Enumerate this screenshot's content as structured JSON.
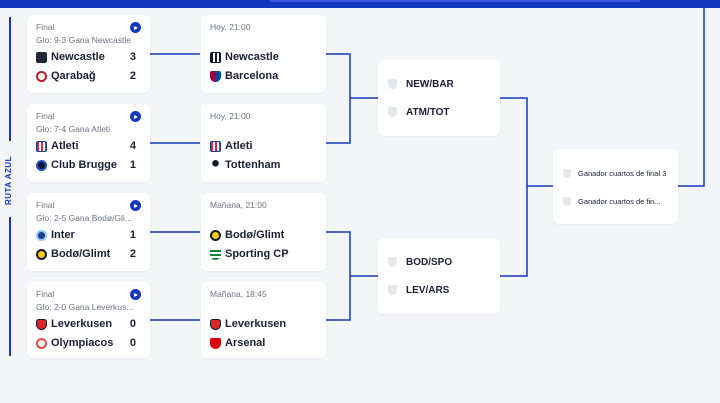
{
  "route_label": "RUTA AZUL",
  "round_of_16": [
    {
      "status": "Final",
      "note": "Glo: 9-3 Gana Newcastle",
      "teams": [
        {
          "name": "Newcastle",
          "score": "3",
          "crest": "newcastle-crest",
          "color": "#1f2937"
        },
        {
          "name": "Qarabağ",
          "score": "2",
          "crest": "qarabag-crest",
          "color": "#b91c1c"
        }
      ]
    },
    {
      "status": "Final",
      "note": "Glo: 7-4 Gana Atleti",
      "teams": [
        {
          "name": "Atleti",
          "score": "4",
          "crest": "atleti-crest",
          "color": "#d62839"
        },
        {
          "name": "Club Brugge",
          "score": "1",
          "crest": "club-brugge-crest",
          "color": "#1d4ed8"
        }
      ]
    },
    {
      "status": "Final",
      "note": "Glo: 2-5 Gana Bodø/Gli...",
      "teams": [
        {
          "name": "Inter",
          "score": "1",
          "crest": "inter-crest",
          "color": "#1e3a8a"
        },
        {
          "name": "Bodø/Glimt",
          "score": "2",
          "crest": "bodo-glimt-crest",
          "color": "#facc15"
        }
      ]
    },
    {
      "status": "Final",
      "note": "Glo: 2-0 Gana Leverkus...",
      "teams": [
        {
          "name": "Leverkusen",
          "score": "0",
          "crest": "leverkusen-crest",
          "color": "#dc2626"
        },
        {
          "name": "Olympiacos",
          "score": "0",
          "crest": "olympiacos-crest",
          "color": "#ef4444"
        }
      ]
    }
  ],
  "fixtures": [
    {
      "time": "Hoy, 21:00",
      "teams": [
        {
          "name": "Newcastle",
          "crest": "newcastle-crest",
          "color": "#1f2937"
        },
        {
          "name": "Barcelona",
          "crest": "barcelona-crest",
          "color": "#a50044"
        }
      ]
    },
    {
      "time": "Hoy, 21:00",
      "teams": [
        {
          "name": "Atleti",
          "crest": "atleti-crest",
          "color": "#d62839"
        },
        {
          "name": "Tottenham",
          "crest": "tottenham-crest",
          "color": "#111827"
        }
      ]
    },
    {
      "time": "Mañana, 21:00",
      "teams": [
        {
          "name": "Bodø/Glimt",
          "crest": "bodo-glimt-crest",
          "color": "#facc15"
        },
        {
          "name": "Sporting CP",
          "crest": "sporting-crest",
          "color": "#15803d"
        }
      ]
    },
    {
      "time": "Mañana, 18:45",
      "teams": [
        {
          "name": "Leverkusen",
          "crest": "leverkusen-crest",
          "color": "#dc2626"
        },
        {
          "name": "Arsenal",
          "crest": "arsenal-crest",
          "color": "#db0007"
        }
      ]
    }
  ],
  "quarterfinals": [
    {
      "rows": [
        "NEW/BAR",
        "ATM/TOT"
      ]
    },
    {
      "rows": [
        "BOD/SPO",
        "LEV/ARS"
      ]
    }
  ],
  "semifinal": {
    "rows": [
      "Ganador cuartos de final 3",
      "Ganador cuartos de fin..."
    ]
  },
  "colors": {
    "accent": "#1338be",
    "background": "#f3f5f9",
    "card": "#ffffff"
  }
}
